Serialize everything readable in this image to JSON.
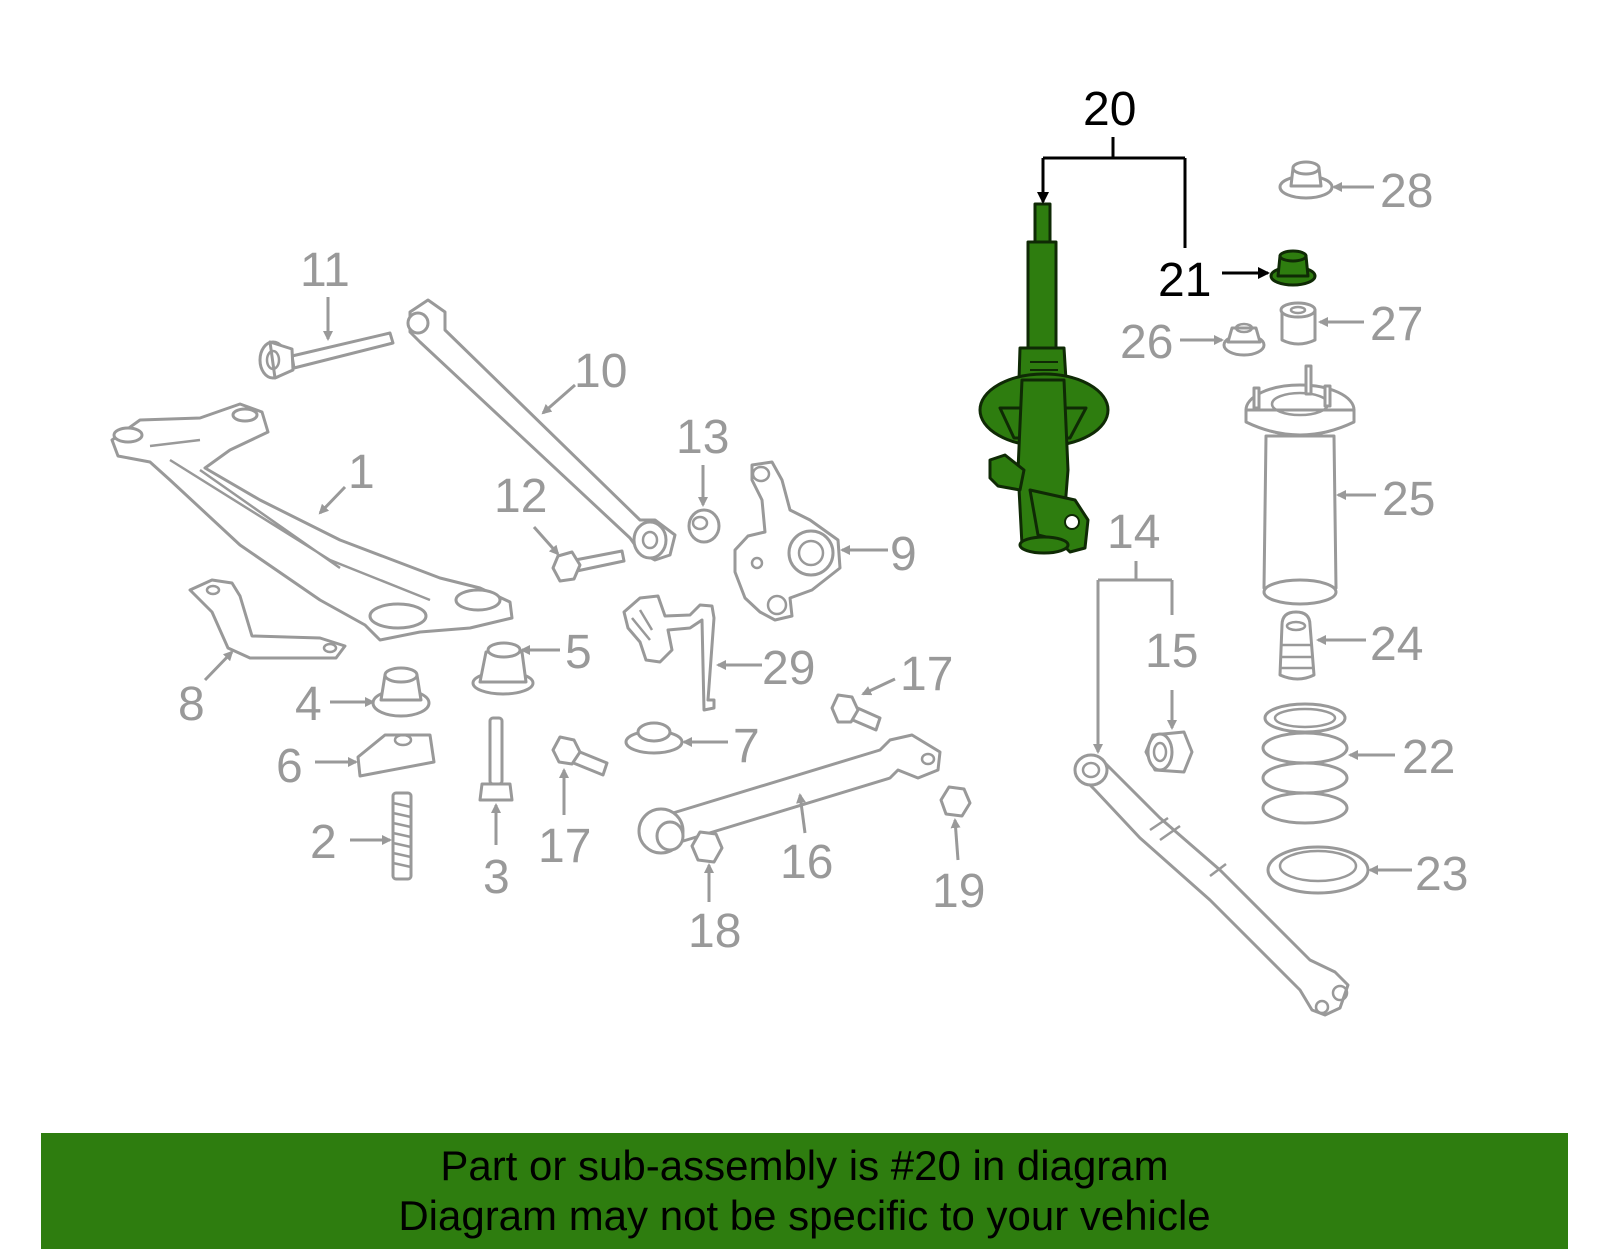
{
  "diagram": {
    "highlight_color": "#2e7d0f",
    "highlighted_part": "20",
    "callouts": {
      "c1": "1",
      "c2": "2",
      "c3": "3",
      "c4": "4",
      "c5": "5",
      "c6": "6",
      "c7": "7",
      "c8": "8",
      "c9": "9",
      "c10": "10",
      "c11": "11",
      "c12": "12",
      "c13": "13",
      "c14": "14",
      "c15": "15",
      "c16": "16",
      "c17a": "17",
      "c17b": "17",
      "c18": "18",
      "c19": "19",
      "c20": "20",
      "c21": "21",
      "c22": "22",
      "c23": "23",
      "c24": "24",
      "c25": "25",
      "c26": "26",
      "c27": "27",
      "c28": "28",
      "c29": "29"
    }
  },
  "banner": {
    "line1": "Part or sub-assembly is #20 in diagram",
    "line2": "Diagram may not be specific to your vehicle"
  }
}
